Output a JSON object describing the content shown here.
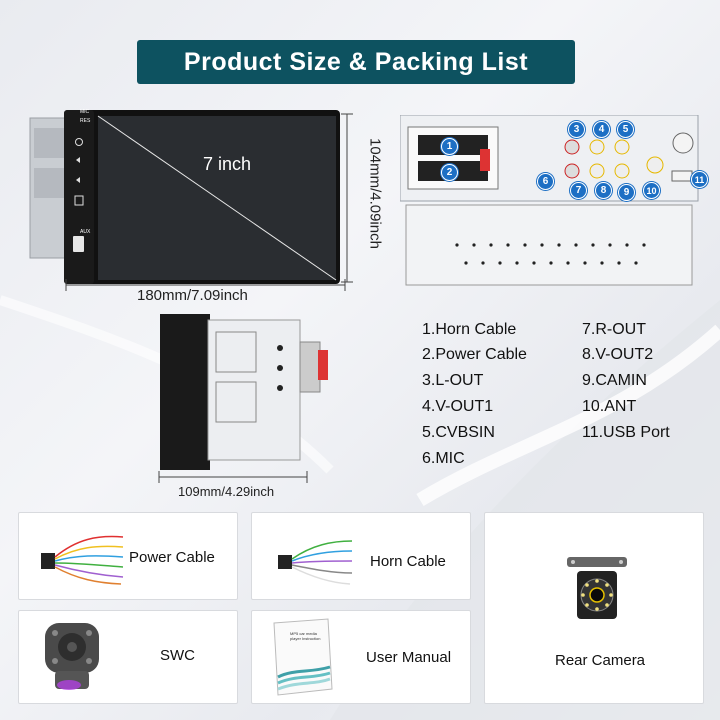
{
  "title": "Product Size & Packing List",
  "front": {
    "screen_label": "7 inch",
    "width_label": "180mm/7.09inch",
    "height_label": "104mm/4.09inch",
    "buttons": [
      "MIC",
      "RES",
      "AUX"
    ]
  },
  "side": {
    "depth_label": "109mm/4.29inch"
  },
  "back": {
    "port_numbers": [
      "1",
      "2",
      "3",
      "4",
      "5",
      "6",
      "7",
      "8",
      "9",
      "10",
      "11"
    ]
  },
  "ports": [
    "1.Horn Cable",
    "2.Power Cable",
    "3.L-OUT",
    "4.V-OUT1",
    "5.CVBSIN",
    "6.MIC",
    "7.R-OUT",
    "8.V-OUT2",
    "9.CAMIN",
    "10.ANT",
    "11.USB Port"
  ],
  "packing": [
    {
      "label": "Power Cable",
      "icon": "power-cable-icon"
    },
    {
      "label": "Horn Cable",
      "icon": "horn-cable-icon"
    },
    {
      "label": "Rear Camera",
      "icon": "rear-camera-icon"
    },
    {
      "label": "SWC",
      "icon": "steering-wheel-control-icon"
    },
    {
      "label": "User Manual",
      "icon": "user-manual-icon",
      "manual_text": "MP5 car media player Instruction"
    }
  ],
  "colors": {
    "banner": "#0d5260",
    "badge": "#1d6fc4"
  }
}
